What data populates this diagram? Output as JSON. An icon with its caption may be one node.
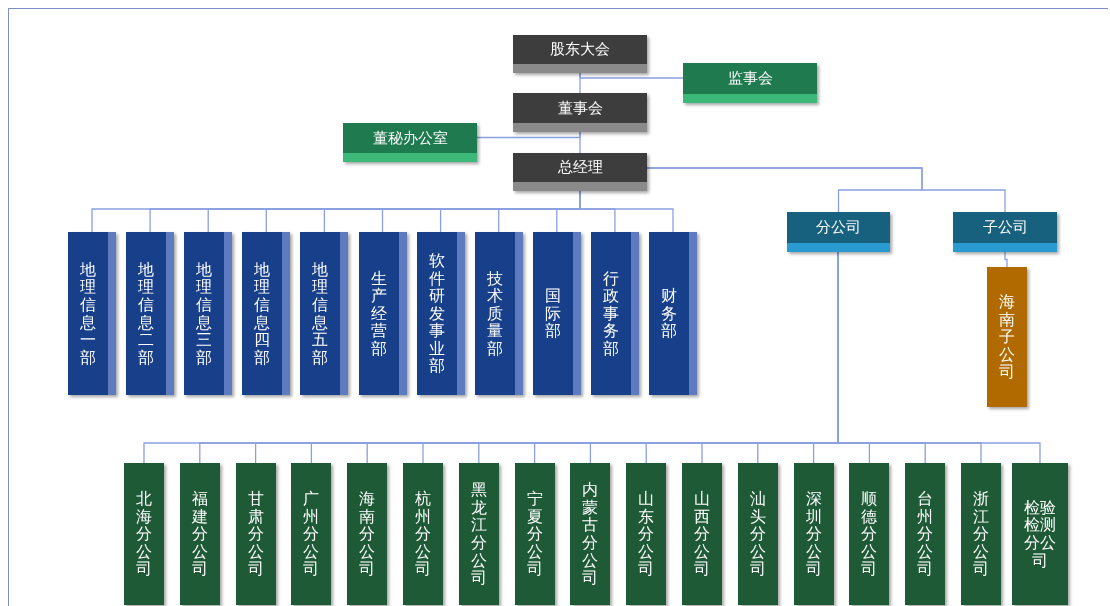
{
  "diagram": {
    "nodes": [
      {
        "text": [
          "股东大会"
        ]
      },
      {
        "text": [
          "监事会"
        ]
      },
      {
        "text": [
          "董事会"
        ]
      },
      {
        "text": [
          "董秘办公室"
        ]
      },
      {
        "text": [
          "总经理"
        ]
      },
      {
        "text": [
          "地理信息一部"
        ]
      },
      {
        "text": [
          "地理信息二部"
        ]
      },
      {
        "text": [
          "地理信息三部"
        ]
      },
      {
        "text": [
          "地理信息四部"
        ]
      },
      {
        "text": [
          "地理信息五部"
        ]
      },
      {
        "text": [
          "生产经营部"
        ]
      },
      {
        "text": [
          "软件研发事业部"
        ]
      },
      {
        "text": [
          "技术质量部"
        ]
      },
      {
        "text": [
          "国际部"
        ]
      },
      {
        "text": [
          "行政事务部"
        ]
      },
      {
        "text": [
          "财务部"
        ]
      },
      {
        "text": [
          "分公司"
        ]
      },
      {
        "text": [
          "子公司"
        ]
      },
      {
        "text": [
          "海南子公司"
        ]
      },
      {
        "text": [
          "北海分公司"
        ]
      },
      {
        "text": [
          "福建分公司"
        ]
      },
      {
        "text": [
          "甘肃分公司"
        ]
      },
      {
        "text": [
          "广州分公司"
        ]
      },
      {
        "text": [
          "海南分公司"
        ]
      },
      {
        "text": [
          "杭州分公司"
        ]
      },
      {
        "text": [
          "黑龙江分公司"
        ]
      },
      {
        "text": [
          "宁夏分公司"
        ]
      },
      {
        "text": [
          "内蒙古分公司"
        ]
      },
      {
        "text": [
          "山东分公司"
        ]
      },
      {
        "text": [
          "山西分公司"
        ]
      },
      {
        "text": [
          "汕头分公司"
        ]
      },
      {
        "text": [
          "深圳分公司"
        ]
      },
      {
        "text": [
          "顺德分公司"
        ]
      },
      {
        "text": [
          "台州分公司"
        ]
      },
      {
        "text": [
          "浙江分公司"
        ]
      },
      {
        "text": [
          "检验检测分公司"
        ]
      }
    ],
    "edges": [
      {
        "from": 0,
        "to": 2,
        "arrow": "none"
      },
      {
        "from": 0,
        "to": 1,
        "arrow": "none"
      },
      {
        "from": 2,
        "to": 4,
        "arrow": "none"
      },
      {
        "from": 2,
        "to": 3,
        "arrow": "none"
      },
      {
        "from": 4,
        "to": 5,
        "arrow": "none"
      },
      {
        "from": 4,
        "to": 6,
        "arrow": "none"
      },
      {
        "from": 4,
        "to": 7,
        "arrow": "none"
      },
      {
        "from": 4,
        "to": 8,
        "arrow": "none"
      },
      {
        "from": 4,
        "to": 9,
        "arrow": "none"
      },
      {
        "from": 4,
        "to": 10,
        "arrow": "none"
      },
      {
        "from": 4,
        "to": 11,
        "arrow": "none"
      },
      {
        "from": 4,
        "to": 12,
        "arrow": "none"
      },
      {
        "from": 4,
        "to": 13,
        "arrow": "none"
      },
      {
        "from": 4,
        "to": 14,
        "arrow": "none"
      },
      {
        "from": 4,
        "to": 15,
        "arrow": "none"
      },
      {
        "from": 4,
        "to": 16,
        "arrow": "none"
      },
      {
        "from": 4,
        "to": 17,
        "arrow": "none"
      },
      {
        "from": 17,
        "to": 18,
        "arrow": "none"
      },
      {
        "from": 16,
        "to": 19,
        "arrow": "none"
      },
      {
        "from": 16,
        "to": 20,
        "arrow": "none"
      },
      {
        "from": 16,
        "to": 21,
        "arrow": "none"
      },
      {
        "from": 16,
        "to": 22,
        "arrow": "none"
      },
      {
        "from": 16,
        "to": 23,
        "arrow": "none"
      },
      {
        "from": 16,
        "to": 24,
        "arrow": "none"
      },
      {
        "from": 16,
        "to": 25,
        "arrow": "none"
      },
      {
        "from": 16,
        "to": 26,
        "arrow": "none"
      },
      {
        "from": 16,
        "to": 27,
        "arrow": "none"
      },
      {
        "from": 16,
        "to": 28,
        "arrow": "none"
      },
      {
        "from": 16,
        "to": 29,
        "arrow": "none"
      },
      {
        "from": 16,
        "to": 30,
        "arrow": "none"
      },
      {
        "from": 16,
        "to": 31,
        "arrow": "none"
      },
      {
        "from": 16,
        "to": 32,
        "arrow": "none"
      },
      {
        "from": 16,
        "to": 33,
        "arrow": "none"
      },
      {
        "from": 16,
        "to": 34,
        "arrow": "none"
      },
      {
        "from": 16,
        "to": 35,
        "arrow": "none"
      }
    ]
  }
}
